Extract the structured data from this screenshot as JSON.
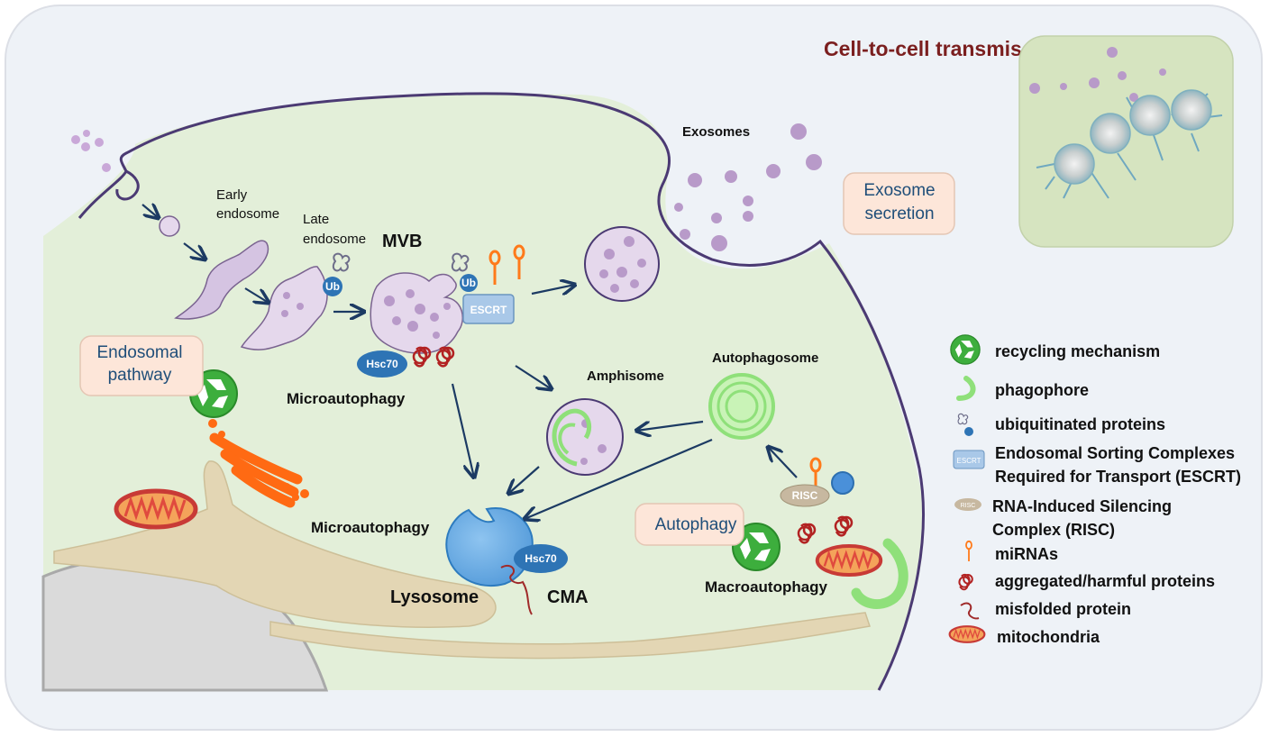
{
  "title": "Cell-to-cell transmission",
  "labels": {
    "exosomes": "Exosomes",
    "early_endosome_1": "Early",
    "early_endosome_2": "endosome",
    "late_endosome_1": "Late",
    "late_endosome_2": "endosome",
    "mvb": "MVB",
    "microautophagy_top": "Microautophagy",
    "amphisome": "Amphisome",
    "autophagosome": "Autophagosome",
    "microautophagy_bottom": "Microautophagy",
    "lysosome": "Lysosome",
    "cma": "CMA",
    "macroautophagy": "Macroautophagy"
  },
  "boxes": {
    "exosome_secretion_1": "Exosome",
    "exosome_secretion_2": "secretion",
    "endosomal_pathway_1": "Endosomal",
    "endosomal_pathway_2": "pathway",
    "autophagy": "Autophagy"
  },
  "tags": {
    "ub_1": "Ub",
    "ub_2": "Ub",
    "escrt": "ESCRT",
    "hsc70_top": "Hsc70",
    "hsc70_bottom": "Hsc70",
    "risc": "RISC"
  },
  "legend": [
    {
      "icon": "recycling-icon",
      "label": "recycling mechanism"
    },
    {
      "icon": "phagophore-icon",
      "label": "phagophore"
    },
    {
      "icon": "ubiquitinated-protein-icon",
      "label": "ubiquitinated proteins"
    },
    {
      "icon": "escrt-icon",
      "label": "Endosomal Sorting Complexes",
      "label2": "Required for Transport (ESCRT)",
      "tag": "ESCRT"
    },
    {
      "icon": "risc-icon",
      "label": "RNA-Induced Silencing",
      "label2": "Complex (RISC)",
      "tag": "RISC"
    },
    {
      "icon": "mirna-icon",
      "label": "miRNAs"
    },
    {
      "icon": "aggregated-protein-icon",
      "label": "aggregated/harmful proteins"
    },
    {
      "icon": "misfolded-protein-icon",
      "label": "misfolded protein"
    },
    {
      "icon": "mitochondria-icon",
      "label": "mitochondria"
    }
  ],
  "colors": {
    "cell_fill": "#e3efd9",
    "membrane": "#4b3a73",
    "vesicle": "#e5d8ec",
    "vesicle_dot": "#b89ac9",
    "lysosome": "#6aaee6",
    "recycling": "#3dae3d",
    "phagophore": "#8fe07a",
    "golgi": "#ff6a13",
    "mito_outer": "#e8524a",
    "mito_inner": "#f6b15e",
    "er": "#e3d6b4",
    "title": "#7b1f1f",
    "box_text": "#1f4e79",
    "arrow": "#1c3a63"
  }
}
